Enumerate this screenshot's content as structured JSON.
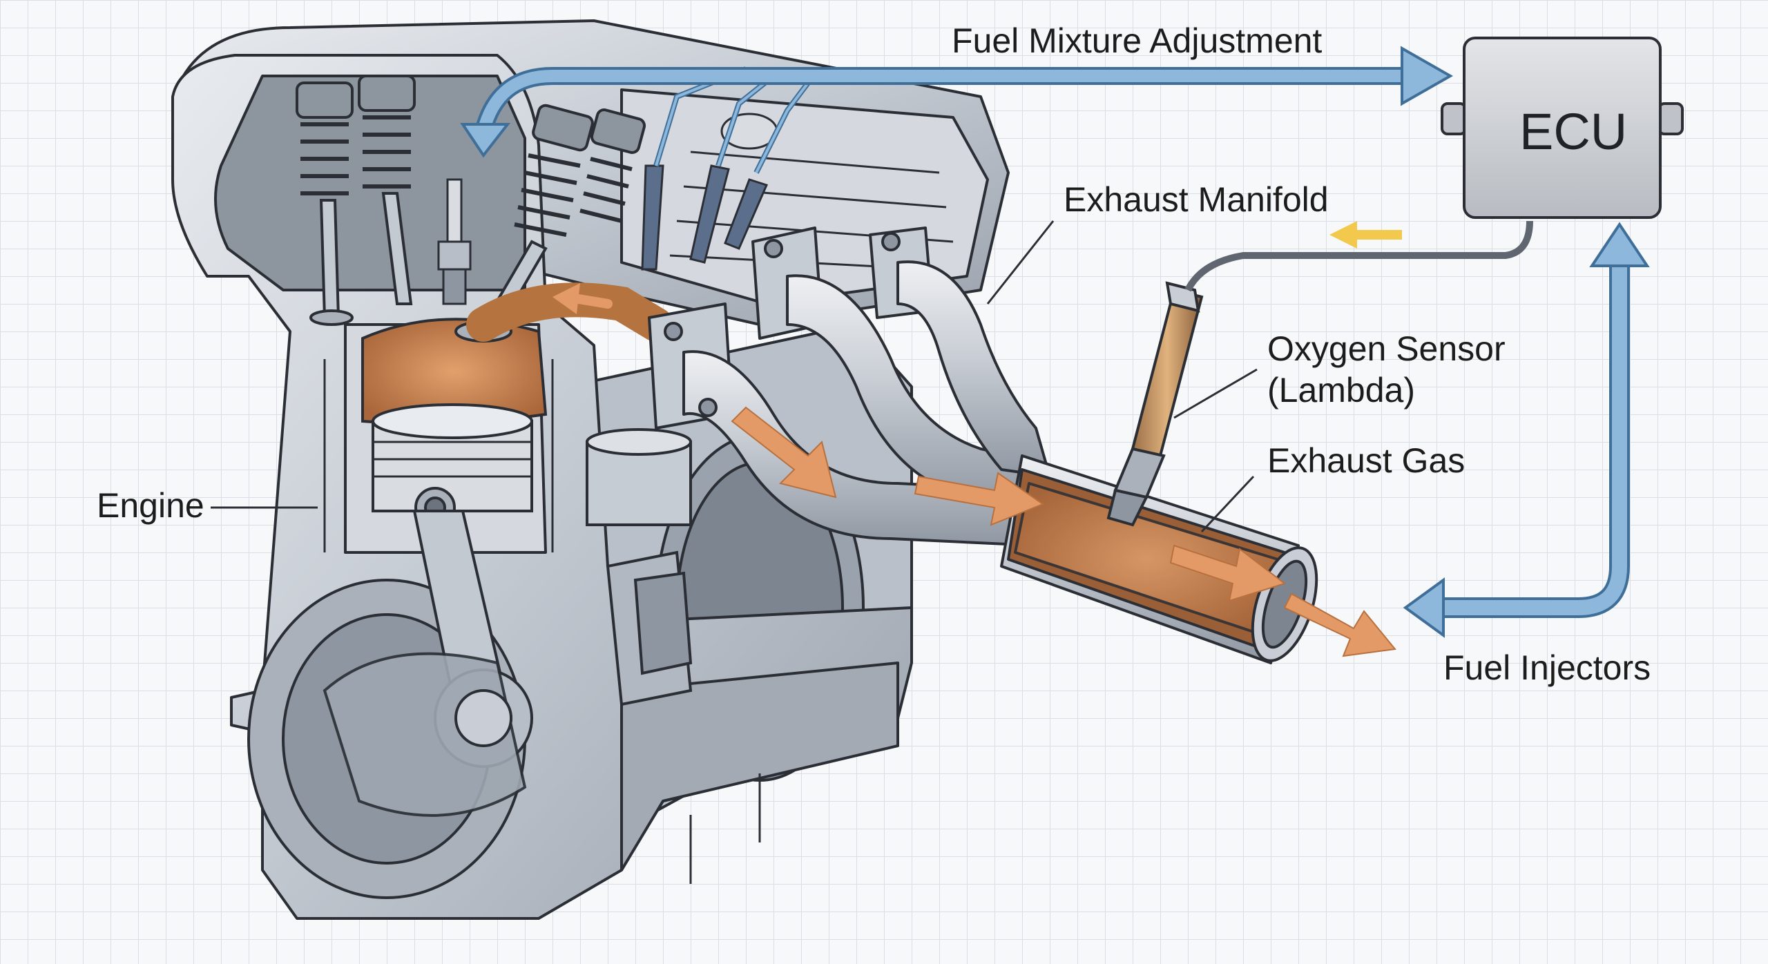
{
  "labels": {
    "fuel_mixture": "Fuel Mixture Adjustment",
    "ecu": "ECU",
    "exhaust_manifold": "Exhaust Manifold",
    "oxygen_sensor_line1": "Oxygen Sensor",
    "oxygen_sensor_line2": "(Lambda)",
    "exhaust_gas": "Exhaust Gas",
    "engine": "Engine",
    "fuel_injectors": "Fuel Injectors"
  },
  "colors": {
    "signal_arrow": "#8db8dc",
    "signal_arrow_outline": "#3f6f98",
    "exhaust_arrow": "#e39a66",
    "feedback_arrow": "#f2c94c",
    "metal": "#c9ced6",
    "metal_dark": "#8e96a2",
    "combustion": "#c27e4a",
    "ecu_box": "#c9cdd3"
  },
  "icons": [
    "ecu-module-icon",
    "oxygen-sensor-icon",
    "piston-icon",
    "valve-spring-icon",
    "spark-plug-icon",
    "fuel-injector-icon"
  ]
}
